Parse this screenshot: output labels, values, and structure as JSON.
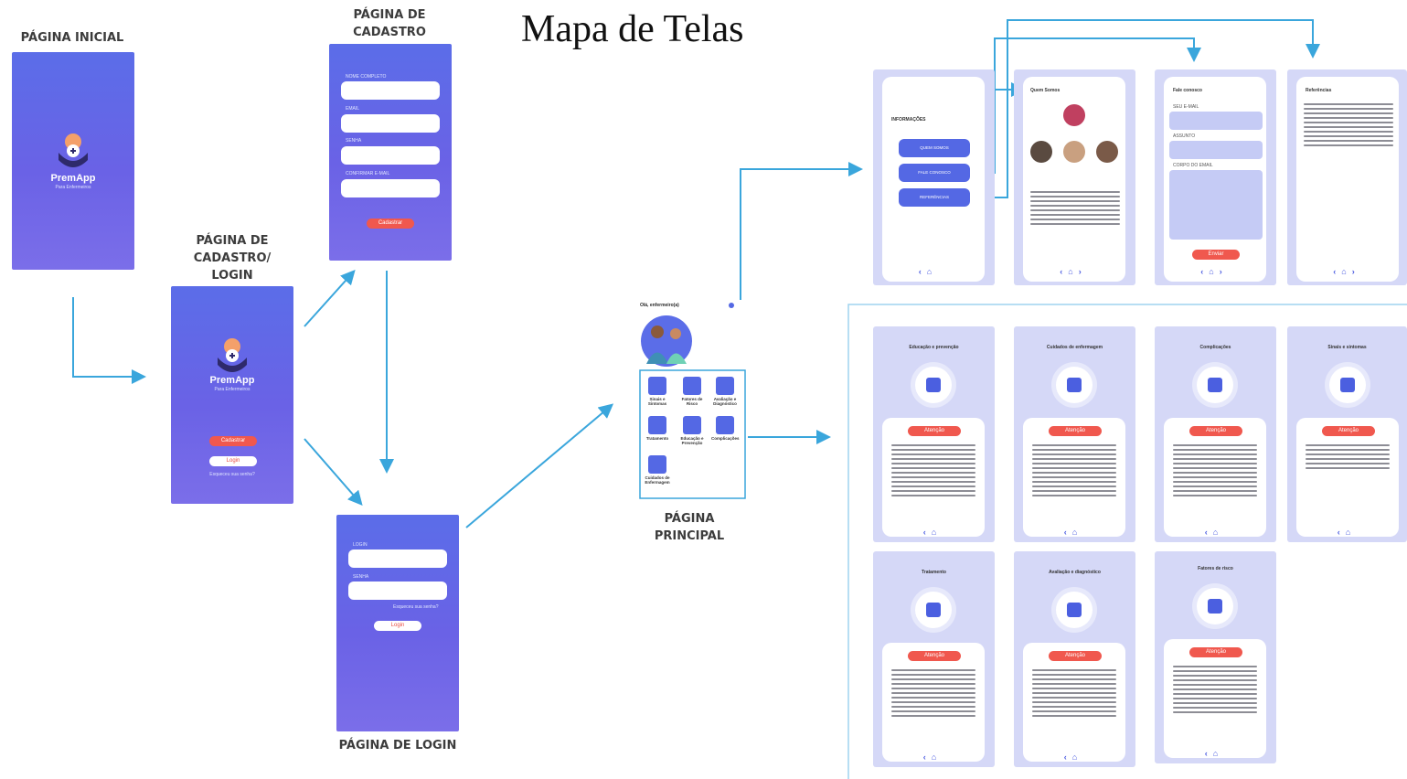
{
  "title": "Mapa de Telas",
  "captions": {
    "inicial": "PÁGINA INICIAL",
    "cadastro": "PÁGINA DE\nCADASTRO",
    "cadastro_login": "PÁGINA DE\nCADASTRO/\nLOGIN",
    "login": "PÁGINA DE LOGIN",
    "principal": "PÁGINA\nPRINCIPAL"
  },
  "logo": {
    "name": "PremApp",
    "subtitle": "Para Enfermeiros"
  },
  "cadastro_page": {
    "fields": [
      "NOME COMPLETO",
      "EMAIL",
      "SENHA",
      "CONFIRMAR E-MAIL"
    ],
    "button": "Cadastrar"
  },
  "login_choice_page": {
    "cadastrar": "Cadastrar",
    "login": "Login",
    "forgot": "Esqueceu sua senha?"
  },
  "login_page": {
    "fields": [
      "LOGIN",
      "SENHA"
    ],
    "forgot": "Esqueceu sua senha?",
    "button": "Login"
  },
  "principal_page": {
    "greeting": "Olá, enfermeiro(a)",
    "items": [
      "Sinais e Sintomas",
      "Fatores de Risco",
      "Avaliação e Diagnóstico",
      "Tratamento",
      "Educação e Prevenção",
      "Complicações",
      "Cuidados de Enfermagem"
    ]
  },
  "info_page": {
    "heading": "INFORMAÇÕES",
    "buttons": [
      "QUEM SOMOS",
      "FALE CONOSCO",
      "REFERÊNCIAS"
    ]
  },
  "quem_somos": {
    "heading": "Quem Somos"
  },
  "fale_conosco": {
    "heading": "Fale conosco",
    "labels": [
      "SEU E-MAIL",
      "ASSUNTO",
      "CORPO DO EMAIL"
    ],
    "button": "Enviar"
  },
  "referencias": {
    "heading": "Referências"
  },
  "topic_screens": [
    {
      "title": "Educação e prevenção",
      "badge": "Atenção"
    },
    {
      "title": "Cuidados de enfermagem",
      "badge": "Atenção"
    },
    {
      "title": "Complicações",
      "badge": "Atenção"
    },
    {
      "title": "Sinais e sintomas",
      "badge": "Atenção"
    },
    {
      "title": "Tratamento",
      "badge": "Atenção"
    },
    {
      "title": "Avaliação e diagnóstico",
      "badge": "Atenção"
    },
    {
      "title": "Fatores de risco",
      "badge": "Atenção"
    }
  ],
  "colors": {
    "phone": "#5b6de8",
    "accent": "#f0584e",
    "arrow": "#3aa6dc",
    "screen": "#d5d8f7"
  }
}
